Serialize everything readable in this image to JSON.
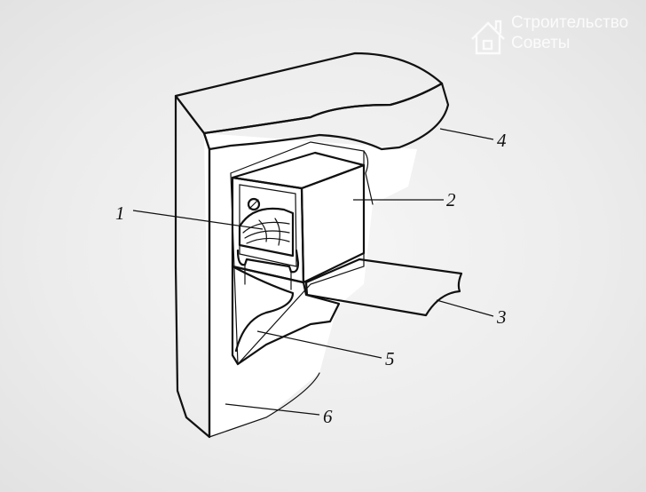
{
  "watermark": {
    "line1": "Строительство",
    "line2": "Советы",
    "icon": "house-logo-icon"
  },
  "callouts": [
    {
      "id": "1",
      "text": "1"
    },
    {
      "id": "2",
      "text": "2"
    },
    {
      "id": "3",
      "text": "3"
    },
    {
      "id": "4",
      "text": "4"
    },
    {
      "id": "5",
      "text": "5"
    },
    {
      "id": "6",
      "text": "6"
    }
  ],
  "colors": {
    "background": "#ececec",
    "ink": "#111111",
    "surface": "#ffffff"
  }
}
